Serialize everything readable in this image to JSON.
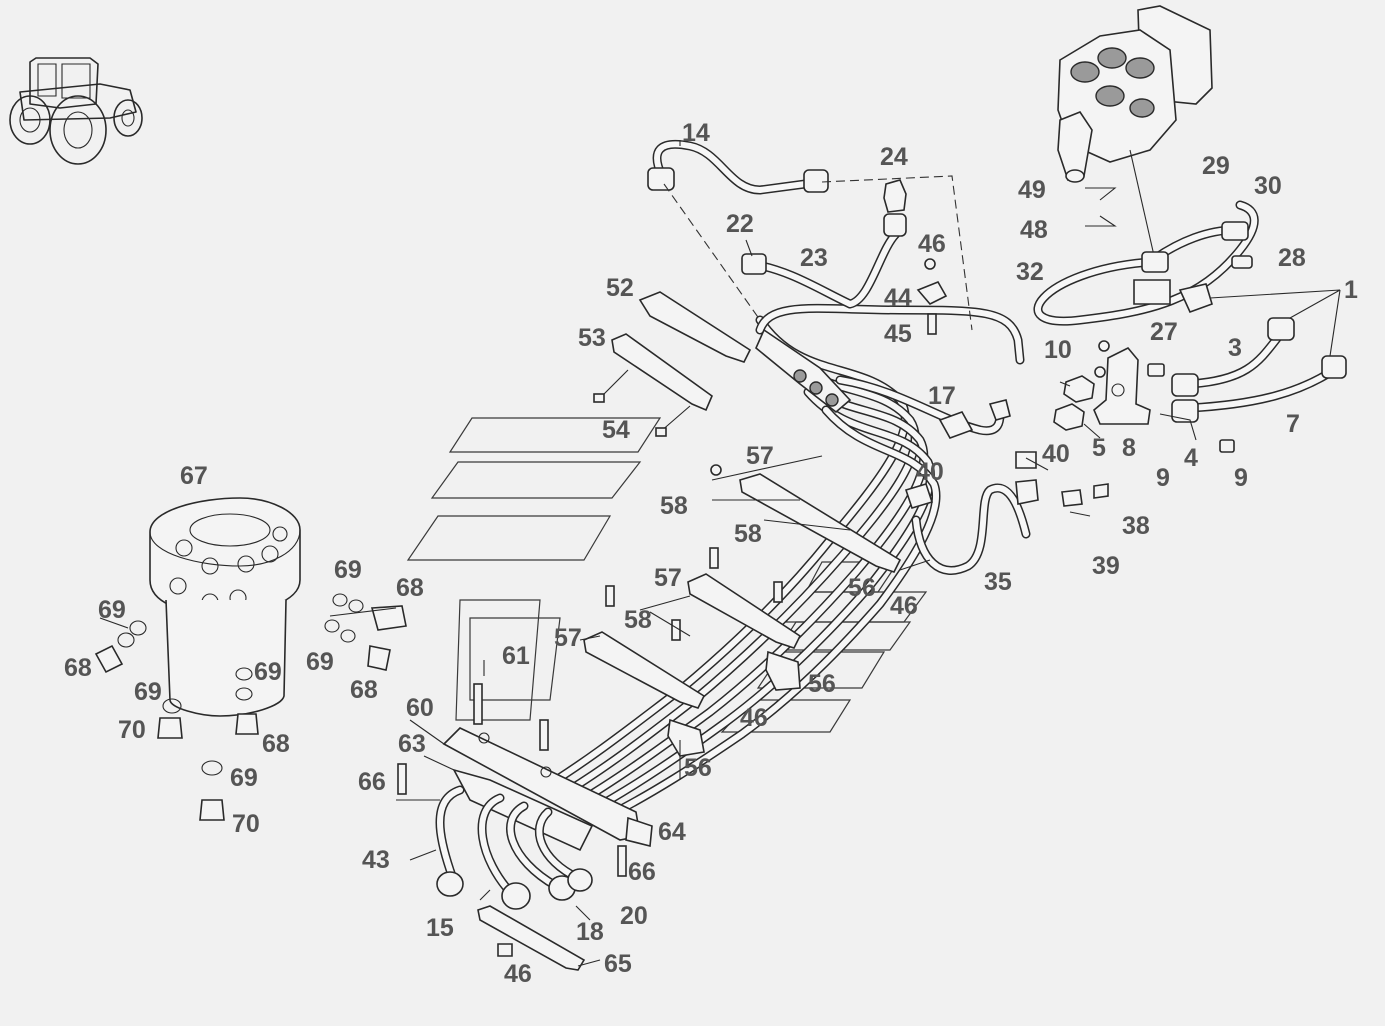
{
  "diagram": {
    "labels": [
      {
        "id": "l14",
        "text": "14"
      },
      {
        "id": "l24",
        "text": "24"
      },
      {
        "id": "l22",
        "text": "22"
      },
      {
        "id": "l23",
        "text": "23"
      },
      {
        "id": "l46a",
        "text": "46"
      },
      {
        "id": "l44",
        "text": "44"
      },
      {
        "id": "l45",
        "text": "45"
      },
      {
        "id": "l52",
        "text": "52"
      },
      {
        "id": "l53",
        "text": "53"
      },
      {
        "id": "l54",
        "text": "54"
      },
      {
        "id": "l29",
        "text": "29"
      },
      {
        "id": "l30",
        "text": "30"
      },
      {
        "id": "l49",
        "text": "49"
      },
      {
        "id": "l48",
        "text": "48"
      },
      {
        "id": "l28",
        "text": "28"
      },
      {
        "id": "l32",
        "text": "32"
      },
      {
        "id": "l1",
        "text": "1"
      },
      {
        "id": "l27",
        "text": "27"
      },
      {
        "id": "l10",
        "text": "10"
      },
      {
        "id": "l3",
        "text": "3"
      },
      {
        "id": "l17",
        "text": "17"
      },
      {
        "id": "l7",
        "text": "7"
      },
      {
        "id": "l5",
        "text": "5"
      },
      {
        "id": "l8",
        "text": "8"
      },
      {
        "id": "l4",
        "text": "4"
      },
      {
        "id": "l9a",
        "text": "9"
      },
      {
        "id": "l9b",
        "text": "9"
      },
      {
        "id": "l40a",
        "text": "40"
      },
      {
        "id": "l40b",
        "text": "40"
      },
      {
        "id": "l57a",
        "text": "57"
      },
      {
        "id": "l58a",
        "text": "58"
      },
      {
        "id": "l58b",
        "text": "58"
      },
      {
        "id": "l38",
        "text": "38"
      },
      {
        "id": "l39",
        "text": "39"
      },
      {
        "id": "l35",
        "text": "35"
      },
      {
        "id": "l67",
        "text": "67"
      },
      {
        "id": "l57b",
        "text": "57"
      },
      {
        "id": "l56a",
        "text": "56"
      },
      {
        "id": "l46b",
        "text": "46"
      },
      {
        "id": "l58c",
        "text": "58"
      },
      {
        "id": "l69a",
        "text": "69"
      },
      {
        "id": "l68a",
        "text": "68"
      },
      {
        "id": "l57c",
        "text": "57"
      },
      {
        "id": "l69b",
        "text": "69"
      },
      {
        "id": "l69c",
        "text": "69"
      },
      {
        "id": "l61",
        "text": "61"
      },
      {
        "id": "l69d",
        "text": "69"
      },
      {
        "id": "l68b",
        "text": "68"
      },
      {
        "id": "l68c",
        "text": "68"
      },
      {
        "id": "l56b",
        "text": "56"
      },
      {
        "id": "l69e",
        "text": "69"
      },
      {
        "id": "l60",
        "text": "60"
      },
      {
        "id": "l46c",
        "text": "46"
      },
      {
        "id": "l70a",
        "text": "70"
      },
      {
        "id": "l68d",
        "text": "68"
      },
      {
        "id": "l63",
        "text": "63"
      },
      {
        "id": "l56c",
        "text": "56"
      },
      {
        "id": "l69f",
        "text": "69"
      },
      {
        "id": "l66a",
        "text": "66"
      },
      {
        "id": "l70b",
        "text": "70"
      },
      {
        "id": "l64",
        "text": "64"
      },
      {
        "id": "l43",
        "text": "43"
      },
      {
        "id": "l66b",
        "text": "66"
      },
      {
        "id": "l20",
        "text": "20"
      },
      {
        "id": "l15",
        "text": "15"
      },
      {
        "id": "l18",
        "text": "18"
      },
      {
        "id": "l65",
        "text": "65"
      },
      {
        "id": "l46d",
        "text": "46"
      }
    ],
    "colors": {
      "background": "#f1f1f1",
      "line": "#2a2a2a",
      "label": "#555555"
    },
    "icons": [
      "tractor-icon"
    ]
  }
}
